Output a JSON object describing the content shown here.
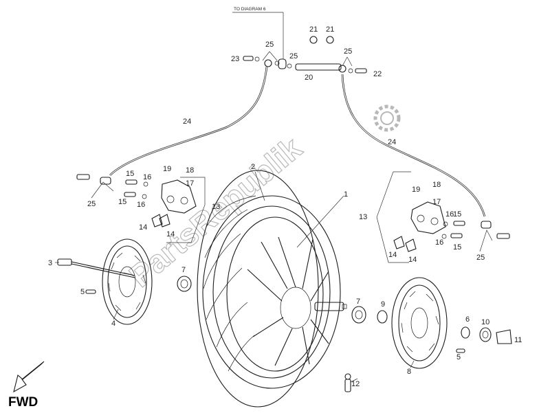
{
  "header_ref": "TO DIAGRAM 6",
  "direction_label": "FWD",
  "watermark": "PartsRepublik",
  "callouts": {
    "p1": "1",
    "p2": "2",
    "p3": "3",
    "p4": "4",
    "p5a": "5",
    "p5b": "5",
    "p6": "6",
    "p7a": "7",
    "p7b": "7",
    "p8": "8",
    "p9": "9",
    "p10": "10",
    "p11": "11",
    "p12": "12",
    "p13a": "13",
    "p13b": "13",
    "p14a": "14",
    "p14b": "14",
    "p14c": "14",
    "p14d": "14",
    "p15a": "15",
    "p15b": "15",
    "p15c": "15",
    "p15d": "15",
    "p16a": "16",
    "p16b": "16",
    "p16c": "16",
    "p16d": "16",
    "p17a": "17",
    "p17b": "17",
    "p18a": "18",
    "p18b": "18",
    "p19a": "19",
    "p19b": "19",
    "p20": "20",
    "p21a": "21",
    "p21b": "21",
    "p22": "22",
    "p23": "23",
    "p24a": "24",
    "p24b": "24",
    "p25a": "25",
    "p25b": "25",
    "p25c": "25",
    "p25d": "25",
    "p25e": "25"
  }
}
